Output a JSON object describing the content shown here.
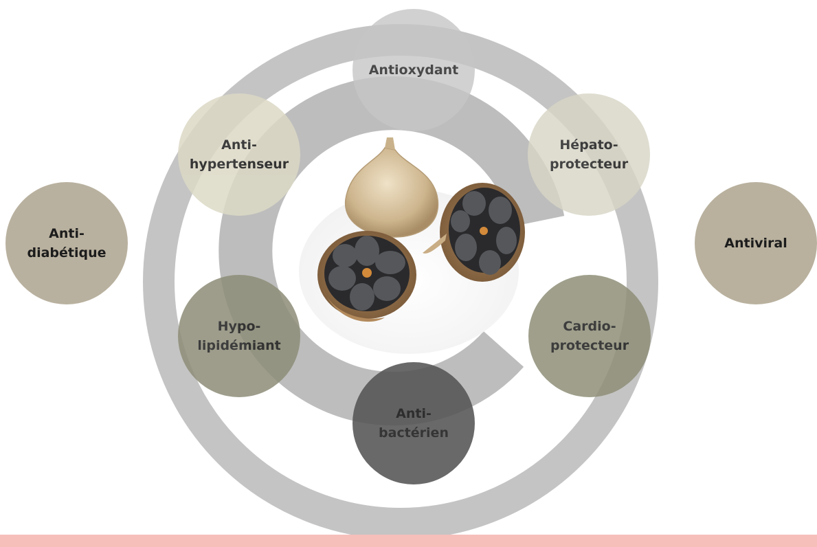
{
  "colors": {
    "ring": "#c4c4c4",
    "band": "#f6bfba",
    "watermark": "#bdbdbd"
  },
  "watermark": {
    "shape": "copyright-symbol",
    "letter": "C"
  },
  "center_image": {
    "icon": "black-garlic-photo"
  },
  "nodes": [
    {
      "id": "antioxydant",
      "label": "Antioxydant",
      "color": "#c6c6c7",
      "opacity": 0.8
    },
    {
      "id": "hepato",
      "label": "Hépato-\nprotecteur",
      "color": "#d8d6c6",
      "opacity": 0.82
    },
    {
      "id": "antiviral",
      "label": "Antiviral",
      "color": "#b9b19e",
      "opacity": 1
    },
    {
      "id": "cardio",
      "label": "Cardio-\nprotecteur",
      "color": "#8f8f78",
      "opacity": 0.85
    },
    {
      "id": "antibacterien",
      "label": "Anti-\nbactérien",
      "color": "#555555",
      "opacity": 0.88
    },
    {
      "id": "hypo",
      "label": "Hypo-\nlipidémiant",
      "color": "#8e8d78",
      "opacity": 0.85
    },
    {
      "id": "antidiabetique",
      "label": "Anti-\ndiabétique",
      "color": "#b9b19f",
      "opacity": 1
    },
    {
      "id": "antihyper",
      "label": "Anti-\nhypertenseur",
      "color": "#dcd9c6",
      "opacity": 0.85
    }
  ]
}
